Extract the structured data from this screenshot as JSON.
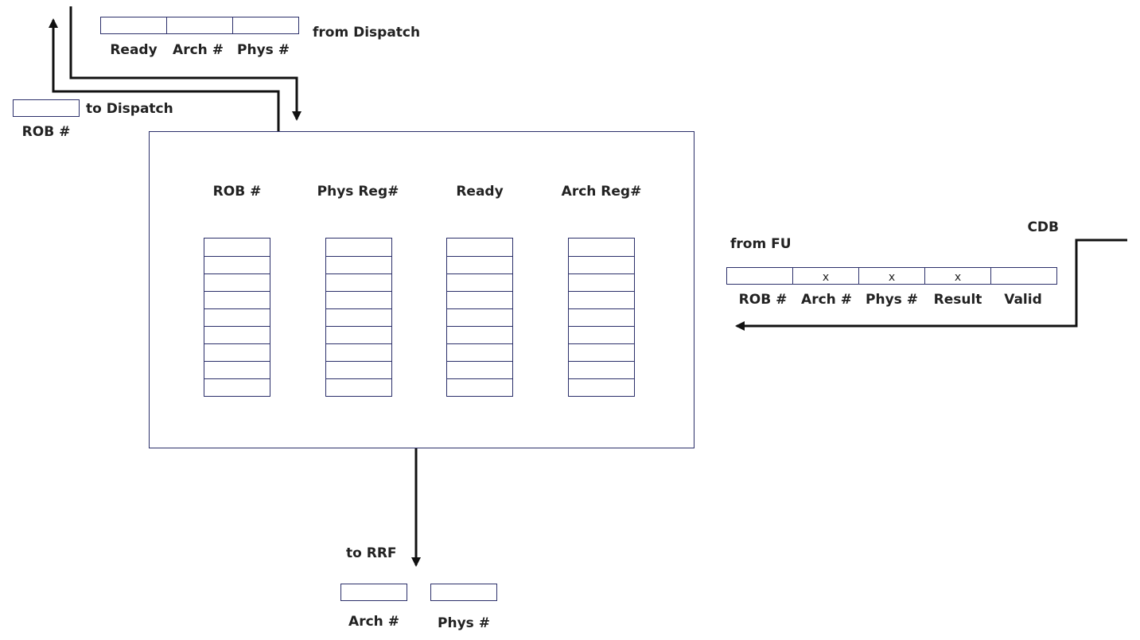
{
  "dispatch_in": {
    "fields": [
      "Ready",
      "Arch #",
      "Phys #"
    ],
    "label": "from Dispatch"
  },
  "dispatch_out": {
    "field": "ROB #",
    "label": "to Dispatch"
  },
  "rob": {
    "columns": [
      "ROB #",
      "Phys Reg#",
      "Ready",
      "Arch Reg#"
    ],
    "entries_per_column": 9
  },
  "cdb": {
    "bus_label": "CDB",
    "source_label": "from FU",
    "fields": [
      "ROB #",
      "Arch #",
      "Phys #",
      "Result",
      "Valid"
    ],
    "cell_marks": [
      "",
      "x",
      "x",
      "x",
      ""
    ]
  },
  "rrf": {
    "label": "to RRF",
    "fields": [
      "Arch #",
      "Phys #"
    ]
  }
}
